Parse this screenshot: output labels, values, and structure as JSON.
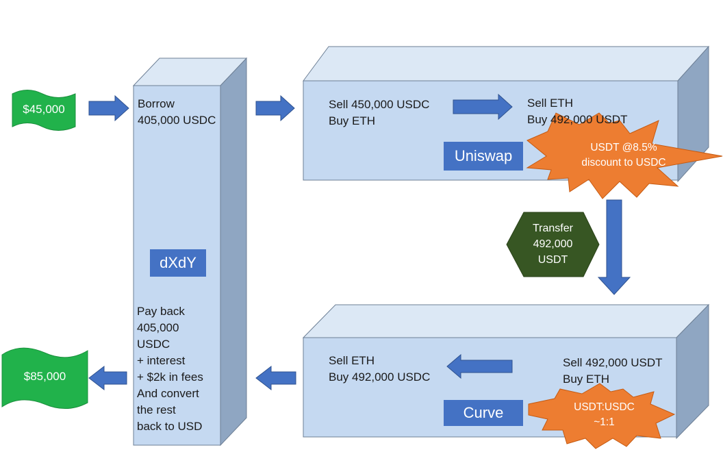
{
  "start_amount": "$45,000",
  "end_amount": "$85,000",
  "dydx": {
    "borrow_text": "Borrow\n405,000 USDC",
    "label": "dXdY",
    "payback_text": "Pay back\n405,000\nUSDC\n+ interest\n+ $2k in fees\nAnd convert\nthe rest\nback to USD"
  },
  "uniswap": {
    "step1": "Sell 450,000 USDC\nBuy ETH",
    "step2": "Sell ETH\nBuy 492,000 USDT",
    "label": "Uniswap",
    "burst": "USDT @8.5%\ndiscount to USDC"
  },
  "transfer": "Transfer\n492,000\nUSDT",
  "curve": {
    "step1": "Sell 492,000 USDT\nBuy ETH",
    "step2": "Sell ETH\nBuy 492,000 USDC",
    "label": "Curve",
    "burst": "USDT:USDC\n~1:1"
  },
  "colors": {
    "box_front": "#c5d9f1",
    "box_top": "#dce8f5",
    "box_side": "#8fa6c2",
    "arrow": "#4472c4",
    "money": "#21b24b",
    "burst": "#ed7d31",
    "hexagon": "#375623"
  }
}
